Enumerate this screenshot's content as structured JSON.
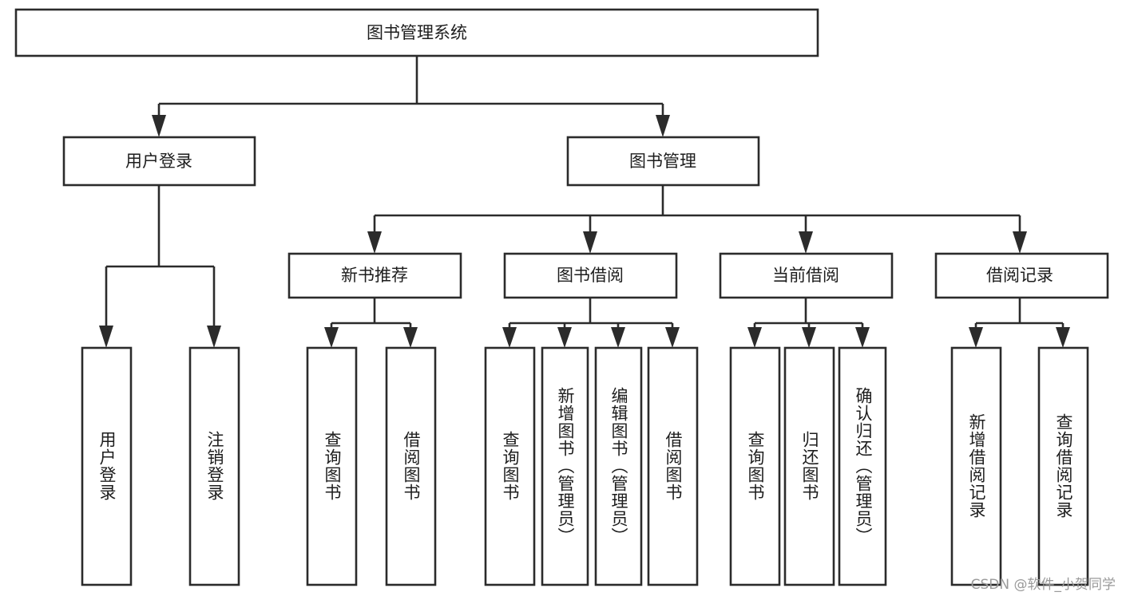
{
  "diagram": {
    "type": "tree-hierarchy",
    "title": "图书管理系统",
    "watermark": "CSDN @软件_小贺同学",
    "colors": {
      "stroke": "#2b2b2b",
      "fill": "#ffffff",
      "text": "#1d1d1d",
      "background": "#ffffff",
      "watermark": "#9a9a9a"
    },
    "levels": {
      "level1": [
        {
          "id": "root",
          "label": "图书管理系统",
          "orientation": "horizontal"
        }
      ],
      "level2": [
        {
          "id": "user-login",
          "label": "用户登录",
          "orientation": "horizontal"
        },
        {
          "id": "book-manage",
          "label": "图书管理",
          "orientation": "horizontal"
        }
      ],
      "level3": [
        {
          "id": "new-book-rec",
          "label": "新书推荐",
          "orientation": "horizontal"
        },
        {
          "id": "book-borrow",
          "label": "图书借阅",
          "orientation": "horizontal"
        },
        {
          "id": "current-borrow",
          "label": "当前借阅",
          "orientation": "horizontal"
        },
        {
          "id": "borrow-record",
          "label": "借阅记录",
          "orientation": "horizontal"
        }
      ],
      "level4": [
        {
          "id": "leaf-user-login",
          "label": "用户登录",
          "parent": "user-login",
          "orientation": "vertical"
        },
        {
          "id": "leaf-user-logout",
          "label": "注销登录",
          "parent": "user-login",
          "orientation": "vertical"
        },
        {
          "id": "leaf-query-book-1",
          "label": "查询图书",
          "parent": "new-book-rec",
          "orientation": "vertical"
        },
        {
          "id": "leaf-borrow-book-1",
          "label": "借阅图书",
          "parent": "new-book-rec",
          "orientation": "vertical"
        },
        {
          "id": "leaf-query-book-2",
          "label": "查询图书",
          "parent": "book-borrow",
          "orientation": "vertical"
        },
        {
          "id": "leaf-add-book",
          "label": "新增图书（管理员）",
          "parent": "book-borrow",
          "orientation": "vertical"
        },
        {
          "id": "leaf-edit-book",
          "label": "编辑图书（管理员）",
          "parent": "book-borrow",
          "orientation": "vertical"
        },
        {
          "id": "leaf-borrow-book-2",
          "label": "借阅图书",
          "parent": "book-borrow",
          "orientation": "vertical"
        },
        {
          "id": "leaf-query-book-3",
          "label": "查询图书",
          "parent": "current-borrow",
          "orientation": "vertical"
        },
        {
          "id": "leaf-return-book",
          "label": "归还图书",
          "parent": "current-borrow",
          "orientation": "vertical"
        },
        {
          "id": "leaf-confirm-return",
          "label": "确认归还（管理员）",
          "parent": "current-borrow",
          "orientation": "vertical"
        },
        {
          "id": "leaf-add-record",
          "label": "新增借阅记录",
          "parent": "borrow-record",
          "orientation": "vertical"
        },
        {
          "id": "leaf-query-record",
          "label": "查询借阅记录",
          "parent": "borrow-record",
          "orientation": "vertical"
        }
      ]
    },
    "edges": [
      {
        "from": "root",
        "to": "user-login"
      },
      {
        "from": "root",
        "to": "book-manage"
      },
      {
        "from": "user-login",
        "to": "leaf-user-login"
      },
      {
        "from": "user-login",
        "to": "leaf-user-logout"
      },
      {
        "from": "book-manage",
        "to": "new-book-rec"
      },
      {
        "from": "book-manage",
        "to": "book-borrow"
      },
      {
        "from": "book-manage",
        "to": "current-borrow"
      },
      {
        "from": "book-manage",
        "to": "borrow-record"
      },
      {
        "from": "new-book-rec",
        "to": "leaf-query-book-1"
      },
      {
        "from": "new-book-rec",
        "to": "leaf-borrow-book-1"
      },
      {
        "from": "book-borrow",
        "to": "leaf-query-book-2"
      },
      {
        "from": "book-borrow",
        "to": "leaf-add-book"
      },
      {
        "from": "book-borrow",
        "to": "leaf-edit-book"
      },
      {
        "from": "book-borrow",
        "to": "leaf-borrow-book-2"
      },
      {
        "from": "current-borrow",
        "to": "leaf-query-book-3"
      },
      {
        "from": "current-borrow",
        "to": "leaf-return-book"
      },
      {
        "from": "current-borrow",
        "to": "leaf-confirm-return"
      },
      {
        "from": "borrow-record",
        "to": "leaf-add-record"
      },
      {
        "from": "borrow-record",
        "to": "leaf-query-record"
      }
    ]
  }
}
